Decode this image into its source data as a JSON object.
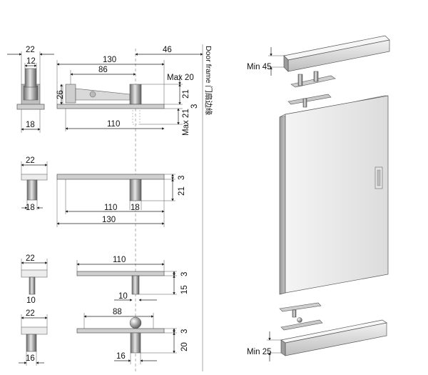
{
  "labels": {
    "door_frame": "Door frame 门扇边缘",
    "min_top": "Min 45",
    "min_bottom": "Min 25"
  },
  "dimensions": {
    "top_side_width": "22",
    "top_side_inner": "12",
    "top_side_base": "18",
    "top_side_height": "26",
    "top_len_130": "130",
    "top_len_86": "86",
    "top_len_46": "46",
    "top_max20": "Max 20",
    "top_21": "21",
    "top_3": "3",
    "top_max21": "Max 21",
    "top_len_110": "110",
    "mid_side_width": "22",
    "mid_side_base": "18",
    "mid_3": "3",
    "mid_21": "21",
    "mid_len_110": "110",
    "mid_pin_18": "18",
    "mid_len_130": "130",
    "low_side_width": "22",
    "low_side_base": "10",
    "low_len_110": "110",
    "low_3": "3",
    "low_15": "15",
    "low_pin_10": "10",
    "bot_side_width": "22",
    "bot_side_base": "16",
    "bot_len_88": "88",
    "bot_3": "3",
    "bot_20": "20",
    "bot_pin_16": "16"
  }
}
